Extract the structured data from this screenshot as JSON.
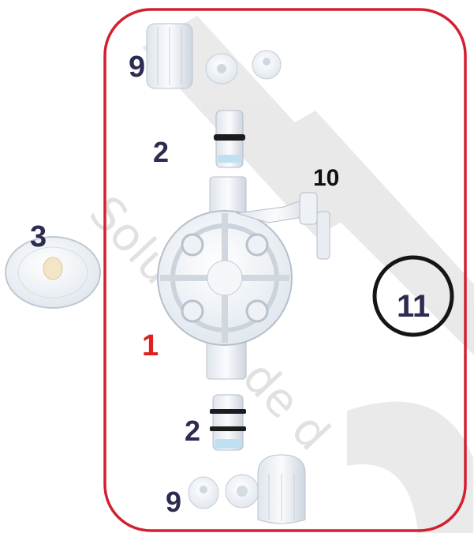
{
  "watermark": {
    "text": "Solutions de d"
  },
  "frame": {
    "color": "#d3202f"
  },
  "labels": {
    "pump_body": {
      "text": "1",
      "color": "#e0201c"
    },
    "valve_top": {
      "text": "2",
      "color": "#2b2c4f"
    },
    "valve_bottom": {
      "text": "2",
      "color": "#2b2c4f"
    },
    "diaphragm": {
      "text": "3",
      "color": "#2b2c4f"
    },
    "nut_top": {
      "text": "9",
      "color": "#2b2c4f"
    },
    "nut_bottom": {
      "text": "9",
      "color": "#2b2c4f"
    },
    "bleed_valve": {
      "text": "10",
      "color": "#111111"
    },
    "o_ring": {
      "text": "11",
      "color": "#2b2c4f"
    }
  },
  "icons": [
    "pump-head-icon",
    "check-valve-icon",
    "diaphragm-icon",
    "nut-icon",
    "bleed-valve-icon",
    "o-ring-icon",
    "seat-icon"
  ]
}
